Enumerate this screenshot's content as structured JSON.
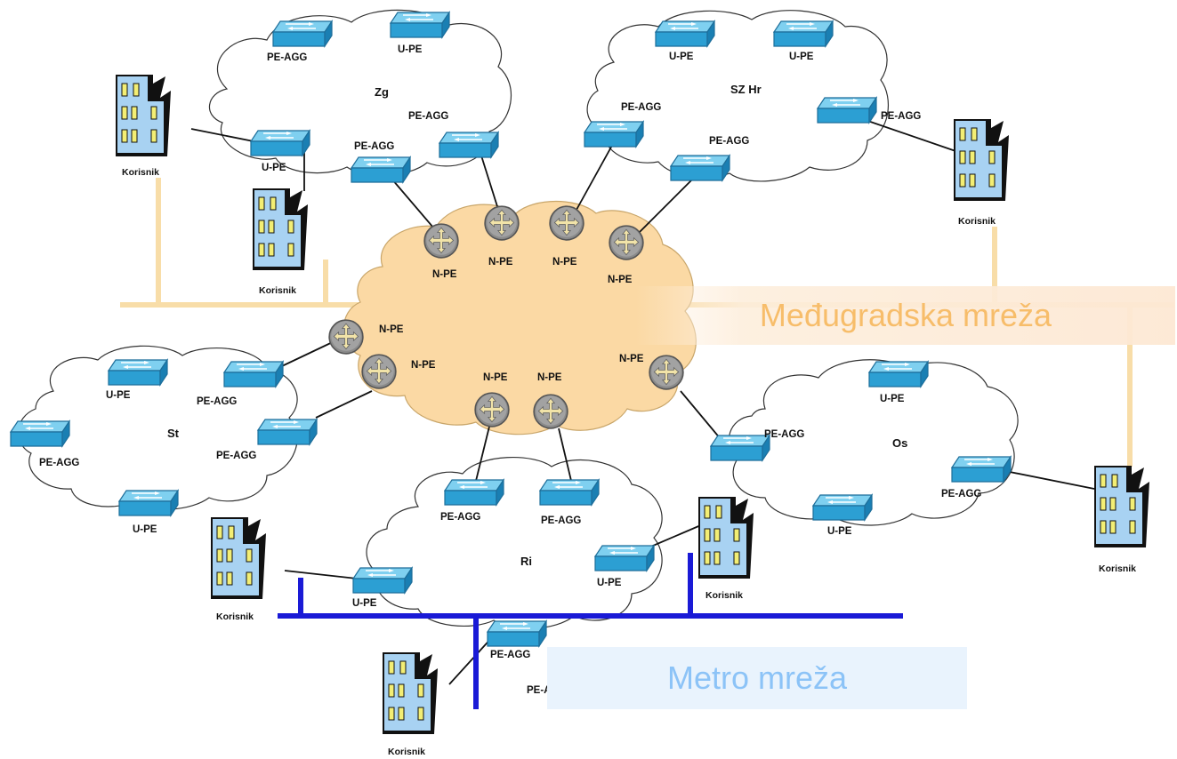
{
  "clouds": {
    "zg": "Zg",
    "szhr": "SZ Hr",
    "st": "St",
    "os": "Os",
    "ri": "Ri"
  },
  "device_labels": {
    "pe_agg": "PE-AGG",
    "u_pe": "U-PE",
    "n_pe": "N-PE",
    "korisnik": "Korisnik"
  },
  "networks": {
    "intercity": "Međugradska mreža",
    "metro": "Metro mreža"
  },
  "icons": {
    "switch": "switch-icon",
    "router": "router-icon",
    "building": "building-icon"
  },
  "colors": {
    "core_cloud": "#fbd9a4",
    "intercity_line": "#f8dda8",
    "metro_line": "#1a1ad6",
    "switch_blue": "#2aa4d8",
    "building_blue": "#9ecbf0"
  }
}
